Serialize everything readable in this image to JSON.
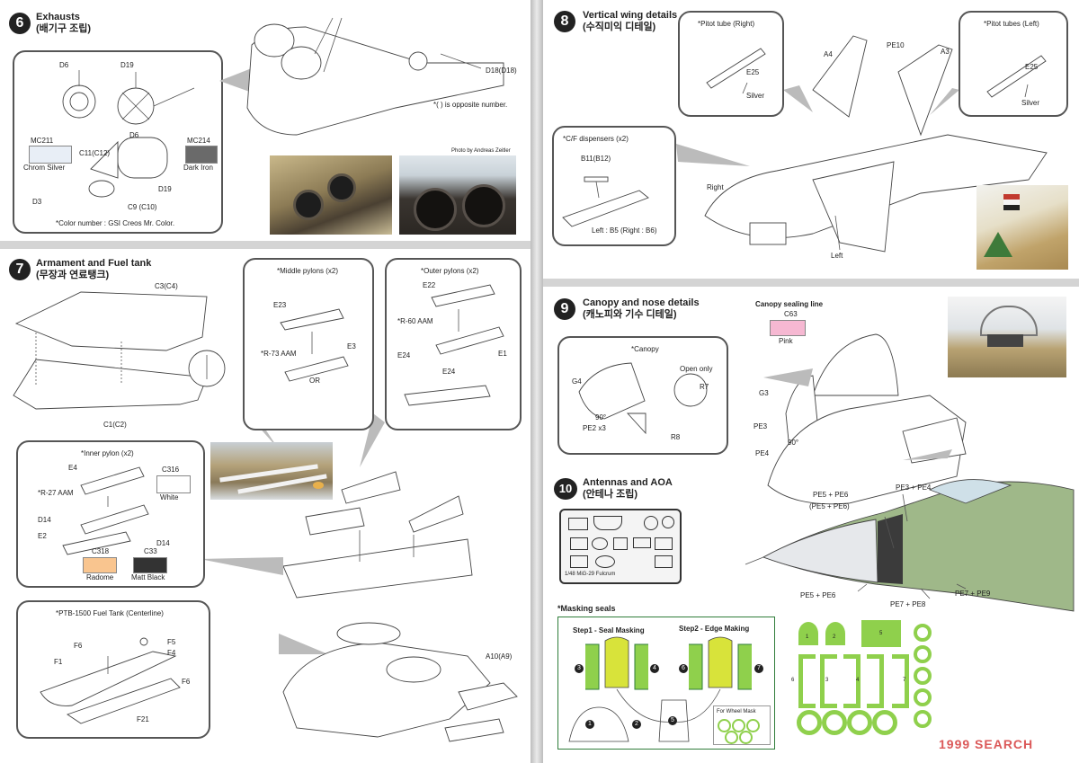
{
  "colors": {
    "chrom_silver": "#e8eef6",
    "dark_iron": "#6a6a6a",
    "white": "#ffffff",
    "radome": "#f9c58f",
    "matt_black": "#333333",
    "pink": "#f6b8d2",
    "mask_green": "#8fd04c",
    "mask_yellow": "#d8e33a"
  },
  "step6": {
    "number": "6",
    "title": "Exhausts",
    "title_ko": "(배기구 조립)",
    "parts": {
      "d6a": "D6",
      "d19a": "D19",
      "d6b": "D6",
      "d19b": "D19",
      "c11": "C11(C12)",
      "c9": "C9 (C10)",
      "d3": "D3",
      "d18": "D18(D18)"
    },
    "color_a": {
      "code": "MC211",
      "name": "Chrom Silver"
    },
    "color_b": {
      "code": "MC214",
      "name": "Dark Iron"
    },
    "opposite_note": "*(   ) is opposite number.",
    "color_note": "*Color number : GSI Creos Mr. Color.",
    "photo_credit": "Photo by Andreas Zeitler"
  },
  "step7": {
    "number": "7",
    "title": "Armament and Fuel tank",
    "title_ko": "(무장과 연료탱크)",
    "parts": {
      "c3": "C3(C4)",
      "c1": "C1(C2)"
    },
    "middle": {
      "title": "*Middle pylons (x2)",
      "e23": "E23",
      "r73": "*R-73 AAM",
      "e3": "E3",
      "or": "OR"
    },
    "outer": {
      "title": "*Outer pylons (x2)",
      "e22": "E22",
      "r60": "*R-60 AAM",
      "e24a": "E24",
      "e1": "E1",
      "e24b": "E24"
    },
    "inner": {
      "title": "*Inner pylon (x2)",
      "e4": "E4",
      "r27": "*R-27 AAM",
      "d14a": "D14",
      "e2": "E2",
      "d14b": "D14",
      "c316": "C316",
      "white": "White",
      "c318": "C318",
      "radome": "Radome",
      "c33": "C33",
      "matt_black": "Matt Black"
    },
    "tank": {
      "title": "*PTB-1500 Fuel Tank (Centerline)",
      "f6a": "F6",
      "f5": "F5",
      "f4": "F4",
      "f1": "F1",
      "f6b": "F6",
      "f21": "F21",
      "a10": "A10(A9)"
    }
  },
  "step8": {
    "number": "8",
    "title": "Vertical wing details",
    "title_ko": "(수직미익 디테일)",
    "pitot_right": {
      "title": "*Pitot tube (Right)",
      "e25": "E25",
      "silver": "Silver"
    },
    "pitot_left": {
      "title": "*Pitot tubes (Left)",
      "e25": "E25",
      "silver": "Silver"
    },
    "parts": {
      "a4": "A4",
      "pe10": "PE10",
      "a3": "A3",
      "right": "Right",
      "left": "Left"
    },
    "cf": {
      "title": "*C/F dispensers (x2)",
      "b11": "B11(B12)",
      "left_right": "Left : B5 (Right : B6)"
    }
  },
  "step9": {
    "number": "9",
    "title": "Canopy and nose details",
    "title_ko": "(캐노피와 기수 디테일)",
    "sealing": "Canopy sealing line",
    "c63": "C63",
    "pink": "Pink",
    "canopy": {
      "title": "*Canopy",
      "g4": "G4",
      "open_only": "Open only",
      "r7": "R7",
      "deg": "90°",
      "pe2": "PE2 x3",
      "r8": "R8"
    },
    "parts": {
      "g3": "G3",
      "pe3": "PE3",
      "pe4": "PE4",
      "deg": "90°"
    }
  },
  "step10": {
    "number": "10",
    "title": "Antennas and AOA",
    "title_ko": "(안테나 조립)",
    "fret": "1/48 MiG-29 Fulcrum",
    "labels": {
      "a": "PE5 + PE6",
      "b": "(PE5 + PE6)",
      "c": "PE3 + PE4",
      "d": "PE5 + PE6",
      "e": "PE7 + PE8",
      "f": "PE7 + PE9"
    }
  },
  "masking": {
    "title": "*Masking seals",
    "step1": "Step1 - Seal Masking",
    "step2": "Step2 - Edge Making",
    "wheel": "For Wheel Mask",
    "nums": [
      "1",
      "2",
      "3",
      "4",
      "5",
      "6",
      "7"
    ]
  },
  "watermark": "1999 SEARCH"
}
